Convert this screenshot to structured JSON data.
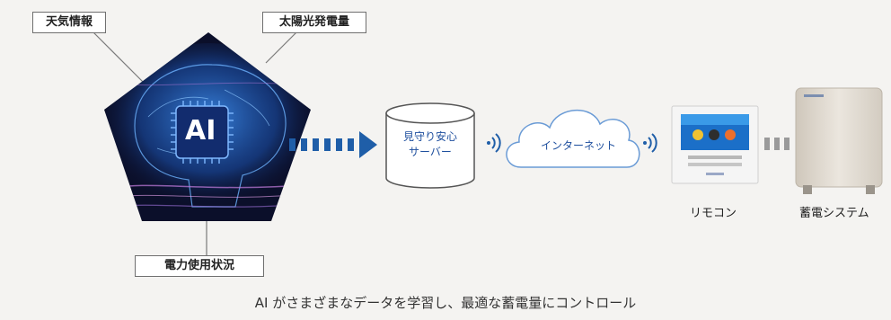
{
  "inputs": {
    "weather": "天気情報",
    "solar": "太陽光発電量",
    "usage": "電力使用状況"
  },
  "ai_label": "AI",
  "server": {
    "line1": "見守り安心",
    "line2": "サーバー"
  },
  "internet": "インターネット",
  "remote": "リモコン",
  "storage": "蓄電システム",
  "caption": "AI がさまざまなデータを学習し、最適な蓄電量にコントロール",
  "colors": {
    "accent": "#1f5ea8",
    "brain": "#2f7dd6",
    "pentagon_bg": "#0b0f2a",
    "signal": "#1f5ea8"
  }
}
